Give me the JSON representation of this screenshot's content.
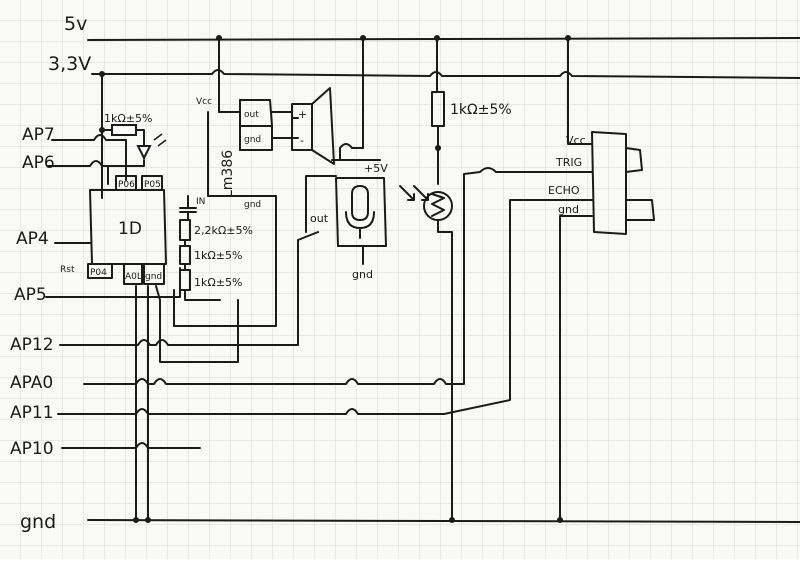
{
  "rails": {
    "v5": "5v",
    "v33": "3,3V",
    "gnd": "gnd"
  },
  "pins": {
    "ap7": "AP7",
    "ap6": "AP6",
    "ap4": "AP4",
    "ap5": "AP5",
    "ap12": "AP12",
    "apa0": "APA0",
    "ap11": "AP11",
    "ap10": "AP10"
  },
  "chip_1d": {
    "label": "1D",
    "p06": "P06",
    "p05": "P05",
    "p04": "P04",
    "rst": "Rst",
    "a0l": "A0L",
    "gnd": "gnd"
  },
  "resistors": {
    "r1": "1kΩ±5%",
    "r2": "2,2kΩ±5%",
    "r3": "1kΩ±5%",
    "r4": "1kΩ±5%",
    "r5": "1kΩ±5%"
  },
  "amp": {
    "chip": "Lm386",
    "vcc": "Vcc",
    "out": "out",
    "gnd": "gnd",
    "gnd2": "gnd",
    "in": "IN"
  },
  "speaker": {
    "plus": "+",
    "minus": "-"
  },
  "mic": {
    "supply": "+5V",
    "out": "out",
    "gnd": "gnd"
  },
  "ultrasonic": {
    "vcc": "Vcc",
    "trig": "TRIG",
    "echo": "ECHO",
    "gnd": "gnd"
  }
}
